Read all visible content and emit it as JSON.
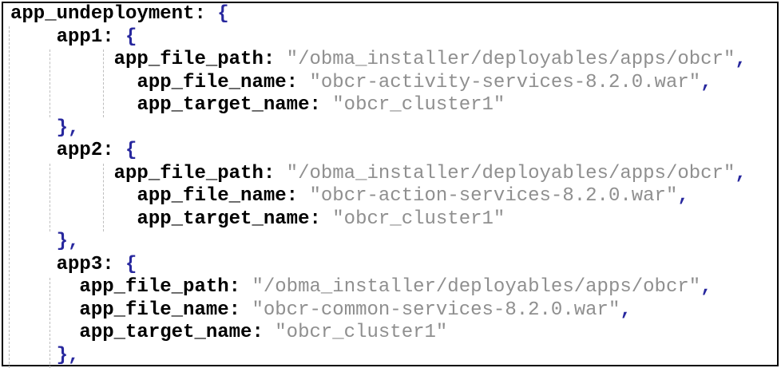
{
  "colors": {
    "background": "#ffffff",
    "border": "#000000",
    "key": "#000000",
    "punctuation": "#28289e",
    "string": "#8f8f8f",
    "indent_guide": "#bdbdbd"
  },
  "code_listing": {
    "lines": [
      {
        "indent": 0,
        "tokens": [
          {
            "type": "key",
            "text": "app_undeployment: "
          },
          {
            "type": "punct",
            "text": "{"
          }
        ]
      },
      {
        "indent": 4,
        "tokens": [
          {
            "type": "key",
            "text": "app1: "
          },
          {
            "type": "punct",
            "text": "{"
          }
        ]
      },
      {
        "indent": 9,
        "tokens": [
          {
            "type": "key",
            "text": "app_file_path: "
          },
          {
            "type": "string",
            "text": "\"/obma_installer/deployables/apps/obcr\""
          },
          {
            "type": "punct",
            "text": ","
          }
        ]
      },
      {
        "indent": 11,
        "tokens": [
          {
            "type": "key",
            "text": "app_file_name: "
          },
          {
            "type": "string",
            "text": "\"obcr-activity-services-8.2.0.war\""
          },
          {
            "type": "punct",
            "text": ","
          }
        ]
      },
      {
        "indent": 11,
        "tokens": [
          {
            "type": "key",
            "text": "app_target_name: "
          },
          {
            "type": "string",
            "text": "\"obcr_cluster1\""
          }
        ]
      },
      {
        "indent": 4,
        "tokens": [
          {
            "type": "punct",
            "text": "},"
          }
        ]
      },
      {
        "indent": 4,
        "tokens": [
          {
            "type": "key",
            "text": "app2: "
          },
          {
            "type": "punct",
            "text": "{"
          }
        ]
      },
      {
        "indent": 9,
        "tokens": [
          {
            "type": "key",
            "text": "app_file_path: "
          },
          {
            "type": "string",
            "text": "\"/obma_installer/deployables/apps/obcr\""
          },
          {
            "type": "punct",
            "text": ","
          }
        ]
      },
      {
        "indent": 11,
        "tokens": [
          {
            "type": "key",
            "text": "app_file_name: "
          },
          {
            "type": "string",
            "text": "\"obcr-action-services-8.2.0.war\""
          },
          {
            "type": "punct",
            "text": ","
          }
        ]
      },
      {
        "indent": 11,
        "tokens": [
          {
            "type": "key",
            "text": "app_target_name: "
          },
          {
            "type": "string",
            "text": "\"obcr_cluster1\""
          }
        ]
      },
      {
        "indent": 4,
        "tokens": [
          {
            "type": "punct",
            "text": "},"
          }
        ]
      },
      {
        "indent": 4,
        "tokens": [
          {
            "type": "key",
            "text": "app3: "
          },
          {
            "type": "punct",
            "text": "{"
          }
        ]
      },
      {
        "indent": 6,
        "tokens": [
          {
            "type": "key",
            "text": "app_file_path: "
          },
          {
            "type": "string",
            "text": "\"/obma_installer/deployables/apps/obcr\""
          },
          {
            "type": "punct",
            "text": ","
          }
        ]
      },
      {
        "indent": 6,
        "tokens": [
          {
            "type": "key",
            "text": "app_file_name: "
          },
          {
            "type": "string",
            "text": "\"obcr-common-services-8.2.0.war\""
          },
          {
            "type": "punct",
            "text": ","
          }
        ]
      },
      {
        "indent": 6,
        "tokens": [
          {
            "type": "key",
            "text": "app_target_name: "
          },
          {
            "type": "string",
            "text": "\"obcr_cluster1\""
          }
        ]
      },
      {
        "indent": 4,
        "tokens": [
          {
            "type": "punct",
            "text": "},"
          }
        ]
      }
    ]
  }
}
